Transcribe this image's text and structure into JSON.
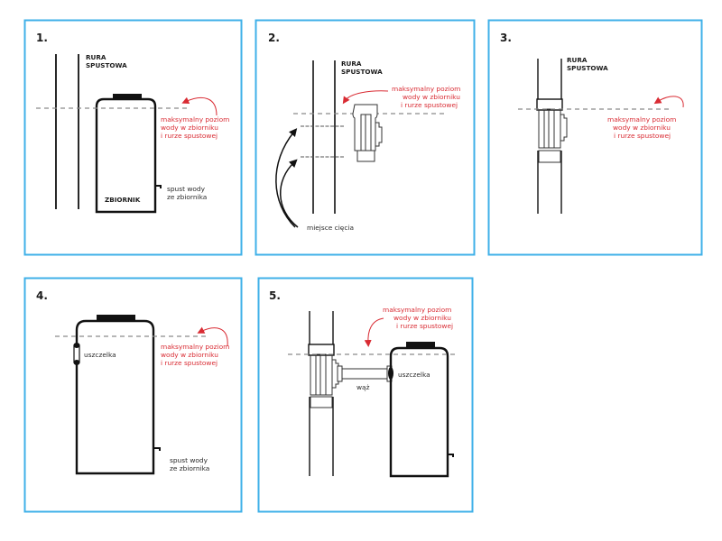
{
  "colors": {
    "border": "#3fb0e8",
    "ink": "#111111",
    "accent": "#d92b33",
    "dash": "#8a8a8a"
  },
  "panels": [
    {
      "number": "1.",
      "pipe_label": [
        "RURA",
        "SPUSTOWA"
      ],
      "max_level_label": [
        "maksymalny poziom",
        "wody w zbiorniku",
        "i rurze spustowej"
      ],
      "tank_label": "ZBIORNIK",
      "drain_label": [
        "spust wody",
        "ze zbiornika"
      ]
    },
    {
      "number": "2.",
      "pipe_label": [
        "RURA",
        "SPUSTOWA"
      ],
      "max_level_label": [
        "maksymalny poziom",
        "wody w zbiorniku",
        "i rurze spustowej"
      ],
      "cut_label": "miejsce cięcia"
    },
    {
      "number": "3.",
      "pipe_label": [
        "RURA",
        "SPUSTOWA"
      ],
      "max_level_label": [
        "maksymalny poziom",
        "wody w zbiorniku",
        "i rurze spustowej"
      ]
    },
    {
      "number": "4.",
      "seal_label": "uszczelka",
      "max_level_label": [
        "maksymalny poziom",
        "wody w zbiorniku",
        "i rurze spustowej"
      ],
      "drain_label": [
        "spust wody",
        "ze zbiornika"
      ]
    },
    {
      "number": "5.",
      "max_level_label": [
        "maksymalny poziom",
        "wody w zbiorniku",
        "i rurze spustowej"
      ],
      "seal_label": "uszczelka",
      "hose_label": "wąż"
    }
  ]
}
